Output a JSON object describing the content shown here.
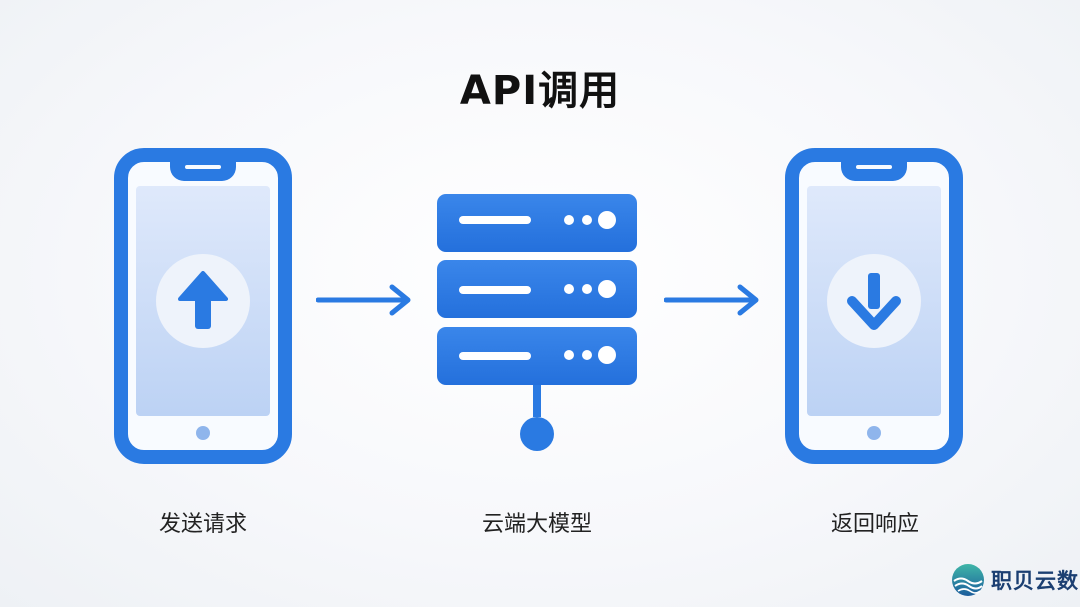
{
  "title": "API调用",
  "diagram": {
    "nodes": [
      {
        "id": "client",
        "label": "发送请求",
        "icon": "upload-arrow-icon"
      },
      {
        "id": "server",
        "label": "云端大模型",
        "icon": "server-stack-icon"
      },
      {
        "id": "response",
        "label": "返回响应",
        "icon": "download-arrow-icon"
      }
    ],
    "edges": [
      {
        "from": "client",
        "to": "server"
      },
      {
        "from": "server",
        "to": "response"
      }
    ]
  },
  "logo": {
    "text": "职贝云数"
  },
  "colors": {
    "primary": "#2a7ae2",
    "screen_top": "#dfe9fb",
    "screen_bottom": "#bcd2f4",
    "text": "#111111",
    "logo_text": "#1b3f72"
  }
}
